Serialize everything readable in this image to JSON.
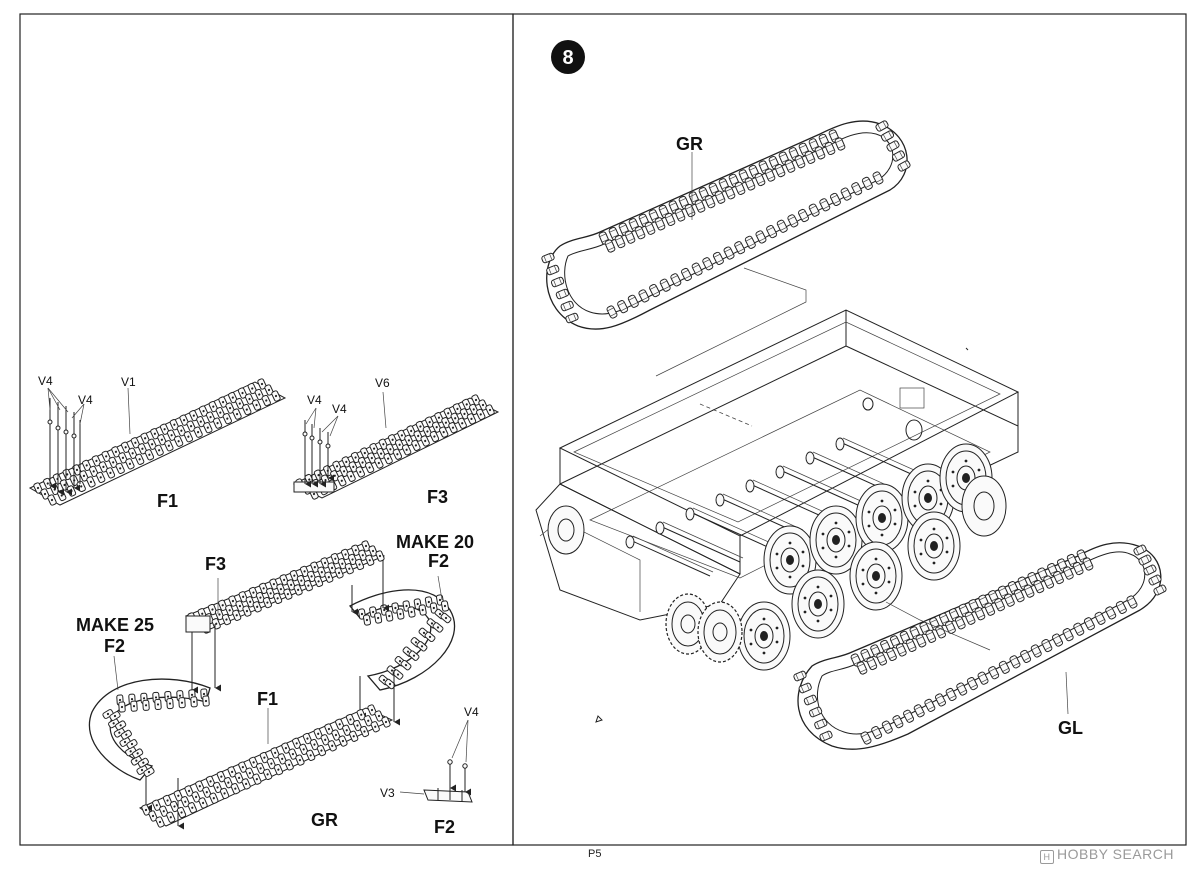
{
  "left_panel": {
    "sub_f1": {
      "label_v4_a": "V4",
      "label_v4_b": "V4",
      "label_v1": "V1",
      "caption": "F1"
    },
    "sub_f3": {
      "label_v4_a": "V4",
      "label_v4_b": "V4",
      "label_v6": "V6",
      "caption": "F3"
    },
    "assembly": {
      "label_f3": "F3",
      "make20_line1": "MAKE 20",
      "make20_line2": "F2",
      "make25_line1": "MAKE 25",
      "make25_line2": "F2",
      "label_f1": "F1",
      "label_gr": "GR"
    },
    "sub_f2": {
      "label_v4": "V4",
      "label_v3": "V3",
      "caption": "F2"
    }
  },
  "right_panel": {
    "step_number": "8",
    "label_gr": "GR",
    "label_gl": "GL"
  },
  "footer": {
    "page": "P5",
    "watermark": "HOBBY SEARCH",
    "watermark_icon": "hobby-search-logo-icon"
  },
  "colors": {
    "line": "#222222",
    "paper": "#ffffff",
    "badge": "#111111"
  }
}
